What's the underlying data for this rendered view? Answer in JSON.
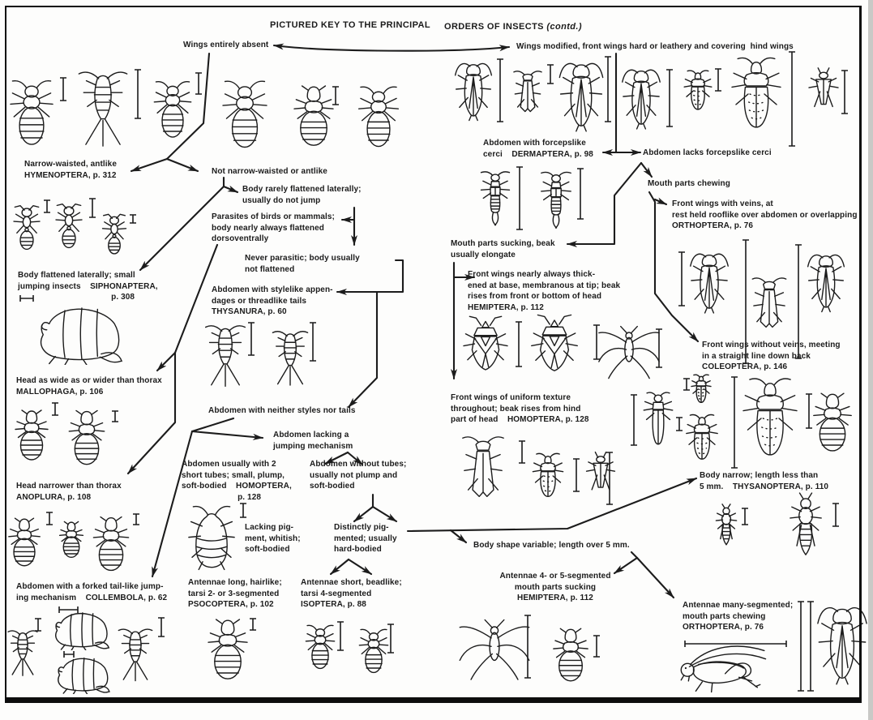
{
  "title": {
    "left": "PICTURED KEY TO THE PRINCIPAL",
    "right_main": "ORDERS OF INSECTS ",
    "right_suffix": "(contd.)"
  },
  "labels": {
    "wings_absent": "Wings entirely absent",
    "wings_modified": "Wings modified, front wings hard or leathery and covering  hind wings",
    "hymenoptera": "Narrow-waisted, antlike\nHYMENOPTERA, p. 312",
    "not_narrow": "Not narrow-waisted or antlike",
    "rarely_flattened": "Body rarely flattened laterally;\nusually do not jump",
    "parasites": "Parasites of birds or mammals;\nbody nearly always flattened\ndorsoventrally",
    "never_parasitic": "Never parasitic; body usually\nnot flattened",
    "siphonaptera": "Body flattened laterally; small\njumping insects    SIPHONAPTERA,\n                                        p. 308",
    "thysanura": "Abdomen with stylelike appen-\ndages or threadlike tails\nTHYSANURA, p. 60",
    "mallophaga": "Head as wide as or wider than thorax\nMALLOPHAGA, p. 106",
    "neither_styles": "Abdomen with neither styles nor tails",
    "lacking_jump": "Abdomen lacking a\njumping mechanism",
    "anoplura": "Head narrower than thorax\nANOPLURA, p. 108",
    "homoptera_tubes": "Abdomen usually with 2\nshort tubes; small, plump,\nsoft-bodied    HOMOPTERA,\n                        p. 128",
    "without_tubes": "Abdomen without tubes;\nusually not plump and\nsoft-bodied",
    "lacking_pigment": "Lacking pig-\nment, whitish;\nsoft-bodied",
    "distinctly_pigmented": "Distinctly pig-\nmented; usually\nhard-bodied",
    "collembola": "Abdomen with a forked tail-like jump-\ning mechanism    COLLEMBOLA, p. 62",
    "psocoptera": "Antennae long, hairlike;\ntarsi 2- or 3-segmented\nPSOCOPTERA, p. 102",
    "isoptera": "Antennae short, beadlike;\ntarsi 4-segmented\nISOPTERA, p. 88",
    "dermaptera": "Abdomen with forcepslike\ncerci    DERMAPTERA, p. 98",
    "lacks_cerci": "Abdomen lacks forcepslike cerci",
    "mouth_chewing": "Mouth parts chewing",
    "orthoptera_roof": "Front wings with veins, at\nrest held rooflike over abdomen or overlapping\nORTHOPTERA, p. 76",
    "mouth_sucking": "Mouth parts sucking, beak\nusually elongate",
    "hemiptera_beak": "Front wings nearly always thick-\nened at base, membranous at tip; beak\nrises from front or bottom of head\nHEMIPTERA, p. 112",
    "coleoptera": "Front wings without veins, meeting\nin a straight line down back\nCOLEOPTERA, p. 146",
    "homoptera_uniform": "Front wings of uniform texture\nthroughout; beak rises from hind\npart of head    HOMOPTERA, p. 128",
    "thysanoptera": "Body narrow; length less than\n5 mm.    THYSANOPTERA, p. 110",
    "body_variable": "Body shape variable; length over 5 mm.",
    "hemiptera_ant": "Antennae 4- or 5-segmented\nmouth parts sucking\nHEMIPTERA, p. 112",
    "orthoptera_many": "Antennae many-segmented;\nmouth parts chewing\nORTHOPTERA, p. 76"
  },
  "colors": {
    "ink": "#1c1c1c",
    "paper": "#fdfdfc"
  }
}
